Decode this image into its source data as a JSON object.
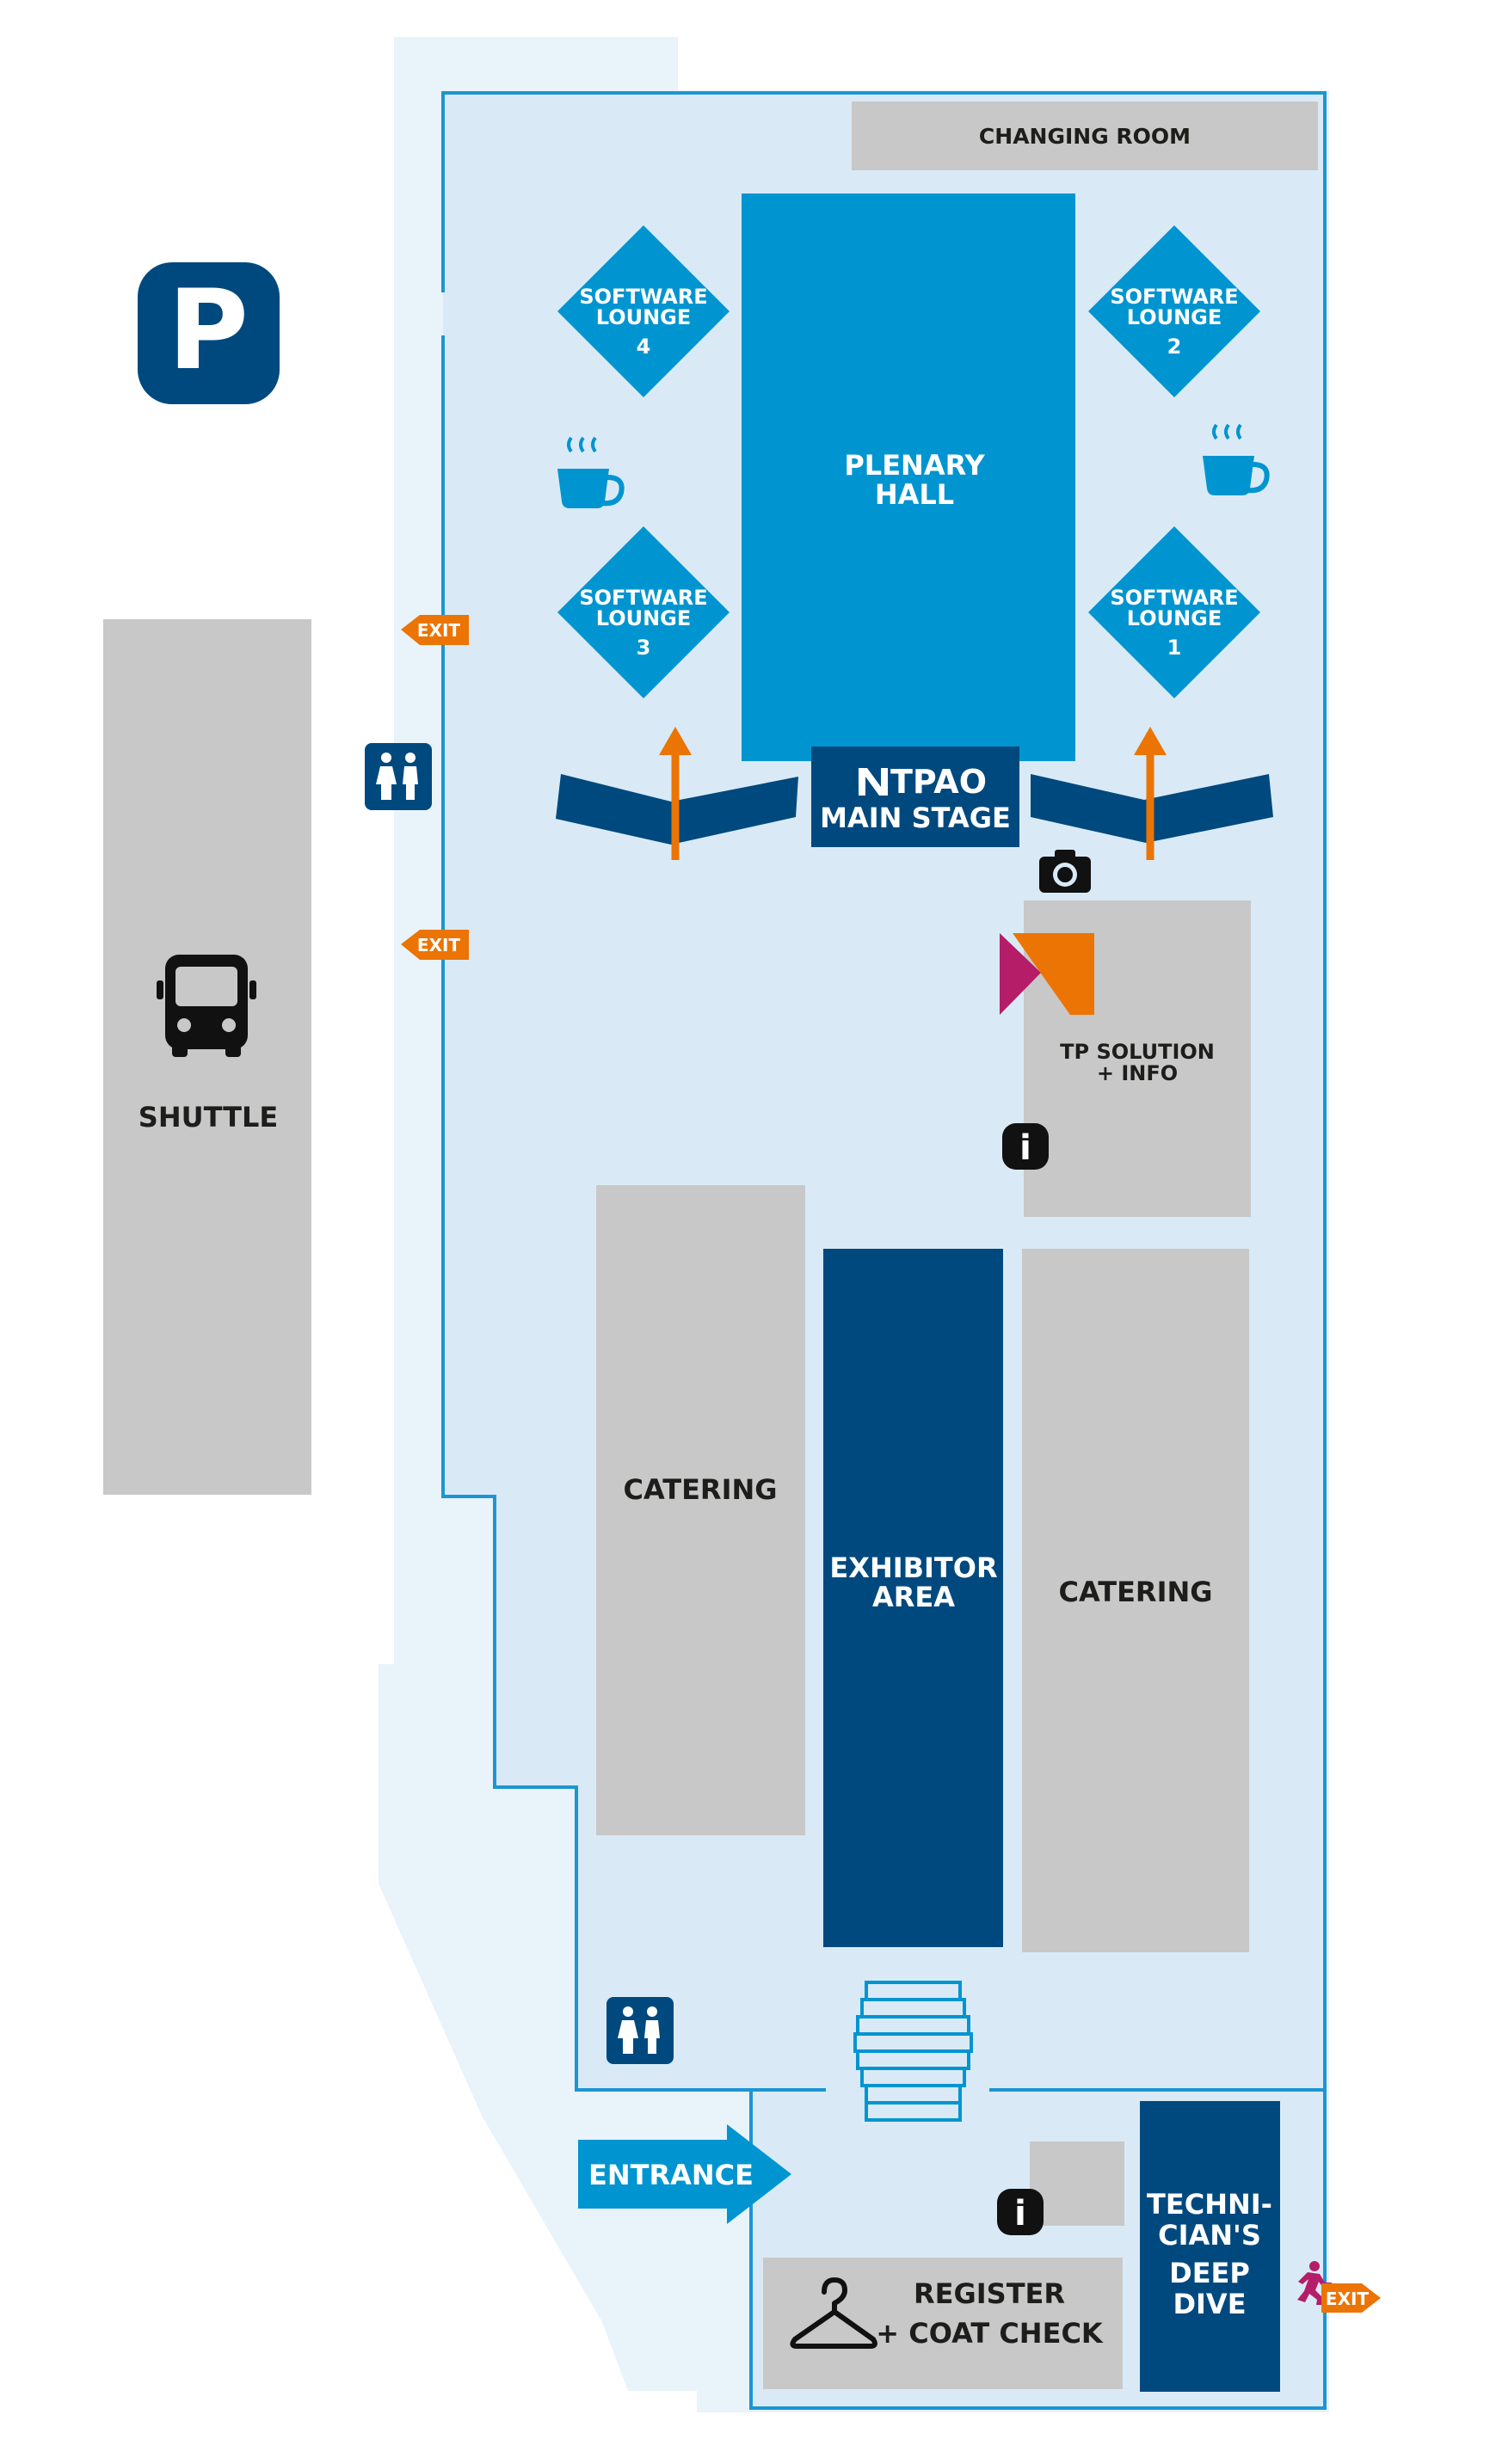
{
  "colors": {
    "site": "#e9f3fa",
    "hall": "#d9eaf6",
    "wall": "#1c95d2",
    "mid_blue": "#0095d0",
    "dark_blue": "#00497e",
    "grey": "#c8c8c8",
    "orange": "#ec7404",
    "magenta": "#b51d68",
    "text_dark": "#1d1d1b"
  },
  "parking": {
    "label": "P",
    "icon": "parking-sign-icon"
  },
  "shuttle": {
    "label": "SHUTTLE",
    "icon": "bus-icon"
  },
  "rooms": {
    "changing_room": "CHANGING ROOM",
    "plenary_hall": {
      "line1": "PLENARY",
      "line2": "HALL"
    },
    "main_stage": {
      "brand": "TPAO",
      "line2": "MAIN STAGE"
    },
    "tp_solution": {
      "line1": "TP SOLUTION",
      "line2": "+ INFO"
    },
    "catering_left": "CATERING",
    "catering_right": "CATERING",
    "exhibitor_area": {
      "line1": "EXHIBITOR",
      "line2": "AREA"
    },
    "technicians_deep_dive": {
      "line1": "TECHNI-",
      "line2": "CIAN'S",
      "line3": "DEEP",
      "line4": "DIVE"
    },
    "register": {
      "line1": "REGISTER",
      "line2": "+ COAT CHECK",
      "icon": "coat-hanger-icon"
    },
    "entrance": "ENTRANCE"
  },
  "lounges": [
    {
      "line1": "SOFTWARE",
      "line2": "LOUNGE",
      "number": "4"
    },
    {
      "line1": "SOFTWARE",
      "line2": "LOUNGE",
      "number": "2"
    },
    {
      "line1": "SOFTWARE",
      "line2": "LOUNGE",
      "number": "3"
    },
    {
      "line1": "SOFTWARE",
      "line2": "LOUNGE",
      "number": "1"
    }
  ],
  "exits": [
    "EXIT",
    "EXIT",
    "EXIT"
  ],
  "info_label": "i",
  "icons": [
    "coffee-cup-icon",
    "restroom-icon",
    "camera-icon",
    "info-icon",
    "stairs-icon",
    "running-person-icon",
    "tp-logo-icon"
  ]
}
